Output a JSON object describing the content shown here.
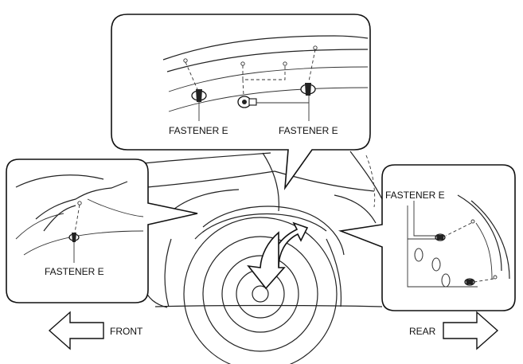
{
  "labels": {
    "top_left_fastener": "FASTENER E",
    "top_right_fastener": "FASTENER E",
    "left_fastener": "FASTENER E",
    "right_fastener": "FASTENER E",
    "front": "FRONT",
    "rear": "REAR"
  }
}
